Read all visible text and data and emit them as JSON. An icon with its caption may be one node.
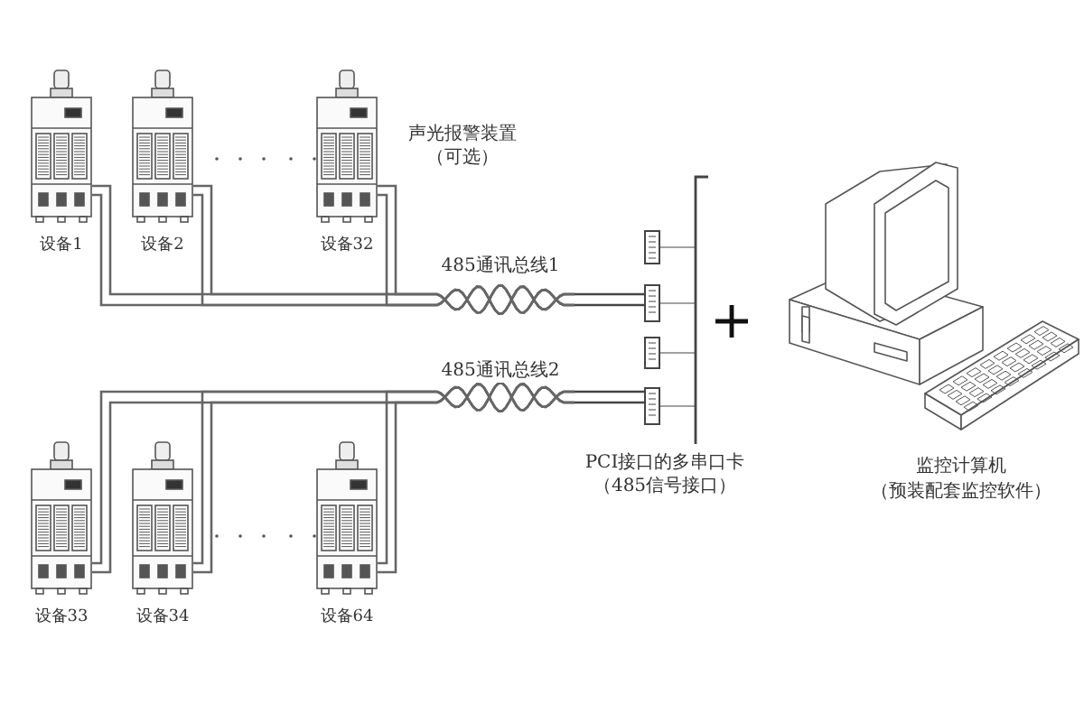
{
  "diagram": {
    "nodes": [
      {
        "text": [
          "设备1"
        ]
      },
      {
        "text": [
          "设备2"
        ]
      },
      {
        "text": [
          "设备32"
        ]
      },
      {
        "text": [
          "设备33"
        ]
      },
      {
        "text": [
          "设备34"
        ]
      },
      {
        "text": [
          "设备64"
        ]
      },
      {
        "text": [
          "PCI接口的多串口卡（485信号接口）"
        ]
      },
      {
        "text": [
          "监控计算机",
          "（预装配套监控软件）"
        ]
      }
    ],
    "edges": [
      {
        "from": 0,
        "to": 6,
        "arrow": "none",
        "label": "485通讯总线1"
      },
      {
        "from": 1,
        "to": 6,
        "arrow": "none"
      },
      {
        "from": 2,
        "to": 6,
        "arrow": "none"
      },
      {
        "from": 3,
        "to": 6,
        "arrow": "none",
        "label": "485通讯总线2"
      },
      {
        "from": 4,
        "to": 6,
        "arrow": "none"
      },
      {
        "from": 5,
        "to": 6,
        "arrow": "none"
      }
    ],
    "labels": [
      "声光报警装置（可选）"
    ]
  }
}
